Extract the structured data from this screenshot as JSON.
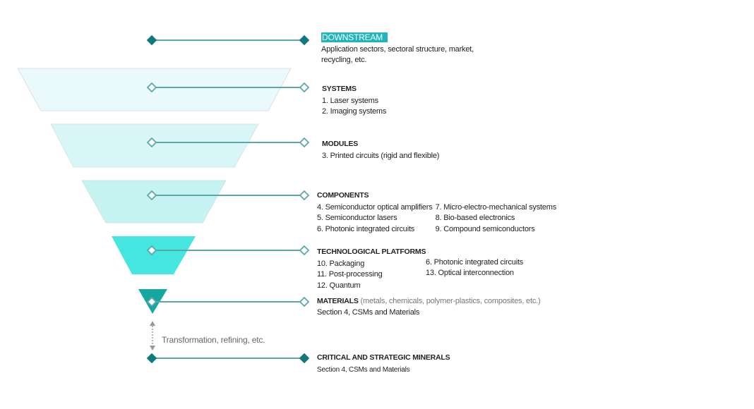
{
  "levels": {
    "downstream": {
      "title": "DOWNSTREAM",
      "lines": [
        "Application sectors, sectoral structure, market,",
        "recycling, etc."
      ]
    },
    "systems": {
      "title": "SYSTEMS",
      "items": [
        "1. Laser systems",
        "2. Imaging systems"
      ]
    },
    "modules": {
      "title": "MODULES",
      "items": [
        "3. Printed circuits (rigid and flexible)"
      ]
    },
    "components": {
      "title": "COMPONENTS",
      "col1": [
        "4. Semiconductor optical amplifiers",
        "5. Semiconductor lasers",
        "6. Photonic integrated circuits"
      ],
      "col2": [
        "7. Micro-electro-mechanical systems",
        "8. Bio-based electronics",
        "9. Compound semiconductors"
      ]
    },
    "platforms": {
      "title": "TECHNOLOGICAL PLATFORMS",
      "col1": [
        "10. Packaging",
        "11. Post-processing",
        "12. Quantum"
      ],
      "col2": [
        "6. Photonic integrated circuits",
        "13. Optical interconnection"
      ]
    },
    "materials": {
      "title": "MATERIALS",
      "note": "(metals, chemicals, polymer-plastics, composites, etc.)",
      "sub": "Section 4, CSMs and Materials"
    },
    "transformation": "Transformation, refining, etc.",
    "minerals": {
      "title": "CRITICAL AND STRATEGIC MINERALS",
      "sub": "Section 4, CSMs and Materials"
    }
  },
  "colors": {
    "accent": "#1fb5bd",
    "line": "#5aa8ac",
    "dark": "#0f7a7e",
    "systems": "#eaf9f9",
    "modules": "#d8f6f7",
    "components": "#c4f3f2",
    "platforms": "#45e6e0",
    "materials": "#17a7a1"
  }
}
